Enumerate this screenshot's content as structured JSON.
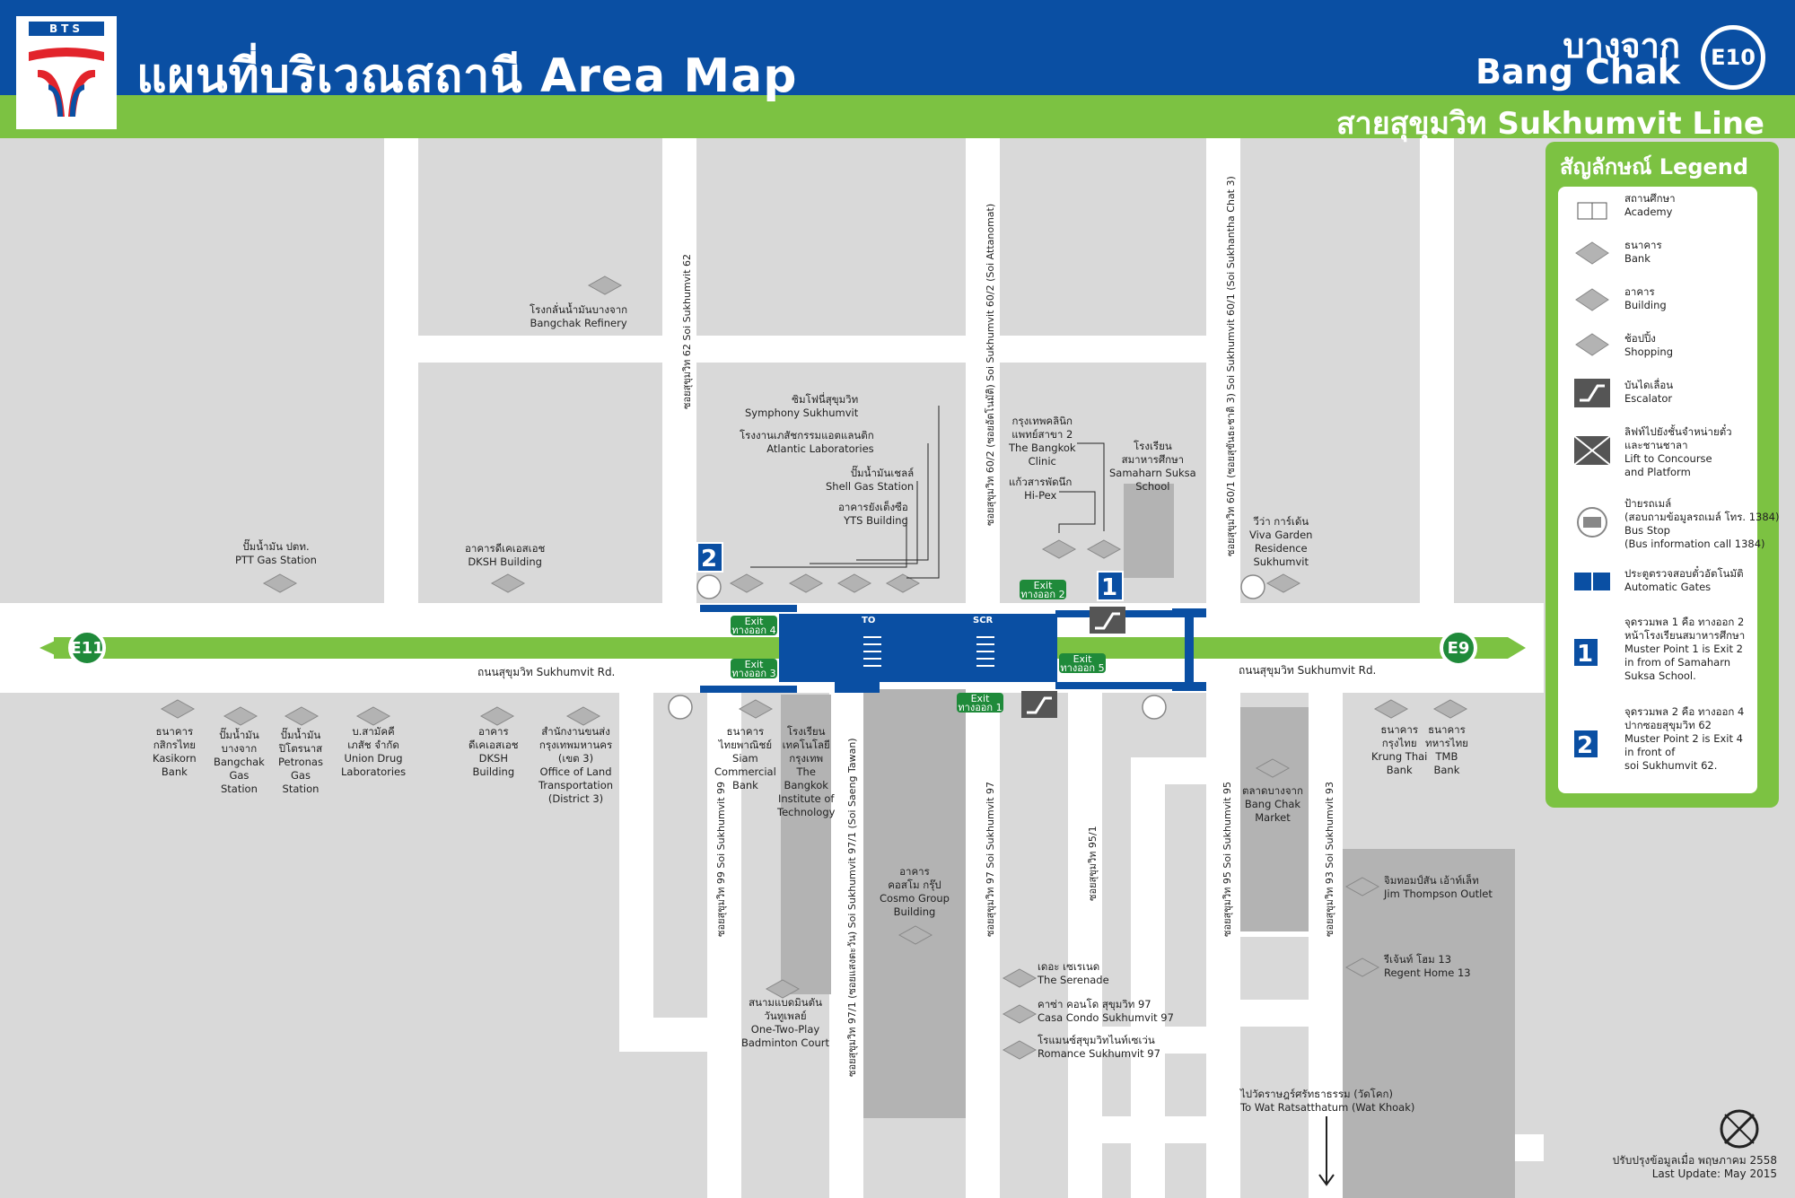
{
  "header": {
    "logo_text": "BTS",
    "title": "แผนที่บริเวณสถานี Area Map",
    "station_th": "บางจาก",
    "station_en": "Bang Chak",
    "station_code": "E10",
    "line_name": "สายสุขุมวิท Sukhumvit Line"
  },
  "stations": {
    "left": "E11",
    "right": "E9"
  },
  "roads": {
    "main_left": "ถนนสุขุมวิท Sukhumvit Rd.",
    "main_right": "ถนนสุขุมวิท Sukhumvit Rd.",
    "soi_62": "ซอยสุขุมวิท 62 Soi Sukhumvit 62",
    "soi_60_2": "ซอยสุขุมวิท 60/2 (ซอยอัตโนมัติ) Soi Sukhumvit 60/2 (Soi Attanomat)",
    "soi_60_1": "ซอยสุขุมวิท 60/1 (ซอยสุขันธะชาติ 3) Soi Sukhumvit 60/1 (Soi Sukhantha Chat 3)",
    "soi_99": "ซอยสุขุมวิท 99 Soi Sukhumvit 99",
    "soi_97_1": "ซอยสุขุมวิท 97/1 (ซอยแสงตะวัน) Soi Sukhumvit 97/1 (Soi Saeng Tawan)",
    "soi_97": "ซอยสุขุมวิท 97 Soi Sukhumvit 97",
    "soi_95_1": "ซอยสุขุมวิท 95/1",
    "soi_95": "ซอยสุขุมวิท 95 Soi Sukhumvit 95",
    "soi_93": "ซอยสุขุมวิท 93 Soi Sukhumvit 93"
  },
  "exits": [
    {
      "id": "exit-1",
      "label": "Exit ทางออก 1"
    },
    {
      "id": "exit-2",
      "label": "Exit ทางออก 2"
    },
    {
      "id": "exit-3",
      "label": "Exit ทางออก 3"
    },
    {
      "id": "exit-4",
      "label": "Exit ทางออก 4"
    },
    {
      "id": "exit-5",
      "label": "Exit ทางออก 5"
    }
  ],
  "station_marks": {
    "to": "TO",
    "scr": "SCR"
  },
  "places": {
    "refinery": "โรงกลั่นน้ำมันบางจาก\nBangchak Refinery",
    "symphony": "ซิมโฟนี่สุขุมวิท\nSymphony Sukhumvit",
    "atlantic": "โรงงานเภสัชกรรมแอตแลนติก\nAtlantic Laboratories",
    "shell": "ปั๊มน้ำมันเชลล์\nShell Gas Station",
    "yts": "อาคารยังเต็งซือ\nYTS Building",
    "ptt": "ปั๊มน้ำมัน ปตท.\nPTT Gas Station",
    "dksh_n": "อาคารดีเคเอสเอช\nDKSH Building",
    "clinic": "กรุงเทพคลินิก\nแพทย์สาขา 2\nThe Bangkok\nClinic",
    "hipex": "แก้วสารพัดนึก\nHi-Pex",
    "samaharn": "โรงเรียน\nสมาหารศึกษา\nSamaharn Suksa\nSchool",
    "viva": "วีว่า การ์เด้น\nViva Garden\nResidence\nSukhumvit",
    "kasikorn": "ธนาคาร\nกสิกรไทย\nKasikorn\nBank",
    "bangchak_gas": "ปั๊มน้ำมัน\nบางจาก\nBangchak\nGas\nStation",
    "petronas": "ปั๊มน้ำมัน\nปิโตรนาส\nPetronas\nGas\nStation",
    "union": "บ.สามัคคี\nเภสัช จำกัด\nUnion Drug\nLaboratories",
    "dksh_s": "อาคาร\nดีเคเอสเอช\nDKSH\nBuilding",
    "land": "สำนักงานขนส่ง\nกรุงเทพมหานคร\n(เขต 3)\nOffice of Land\nTransportation\n(District 3)",
    "siam_bank": "ธนาคาร\nไทยพาณิชย์\nSiam\nCommercial\nBank",
    "bkk_tech": "โรงเรียน\nเทคโนโลยี\nกรุงเทพ\nThe\nBangkok\nInstitute of\nTechnology",
    "cosmo": "อาคาร\nคอสโม กรุ๊ป\nCosmo Group\nBuilding",
    "badminton": "สนามแบดมินตัน\nวันทูเพลย์\nOne-Two-Play\nBadminton Court",
    "serenade": "เดอะ เซเรเนด\nThe Serenade",
    "casa": "คาซ่า คอนโด สุขุมวิท 97\nCasa Condo Sukhumvit 97",
    "romance": "โรแมนซ์สุขุมวิทไนท์เซเว่น\nRomance Sukhumvit 97",
    "market": "ตลาดบางจาก\nBang Chak\nMarket",
    "krungthai": "ธนาคาร\nกรุงไทย\nKrung Thai\nBank",
    "tmb": "ธนาคาร\nทหารไทย\nTMB\nBank",
    "jim": "จิมทอมป์สัน เอ้าท์เล็ท\nJim Thompson Outlet",
    "regent": "รีเจ้นท์ โฮม 13\nRegent Home 13",
    "wat": "ไปวัดราษฎร์ศรัทธาธรรม (วัดโคก)\nTo Wat Ratsatthatum (Wat Khoak)"
  },
  "legend": {
    "title": "สัญลักษณ์ Legend",
    "items": [
      {
        "icon": "academy-icon",
        "text": "สถานศึกษา\nAcademy"
      },
      {
        "icon": "bank-icon",
        "text": "ธนาคาร\nBank"
      },
      {
        "icon": "building-icon",
        "text": "อาคาร\nBuilding"
      },
      {
        "icon": "shopping-icon",
        "text": "ช้อปปิ้ง\nShopping"
      },
      {
        "icon": "escalator-icon",
        "text": "บันไดเลื่อน\nEscalator"
      },
      {
        "icon": "lift-icon",
        "text": "ลิฟท์ไปยังชั้นจำหน่ายตั๋ว\nและชานชาลา\nLift to Concourse\nand Platform"
      },
      {
        "icon": "bus-stop-icon",
        "text": "ป้ายรถเมล์\n(สอบถามข้อมูลรถเมล์ โทร. 1384)\nBus Stop\n(Bus information call 1384)"
      },
      {
        "icon": "gate-icon",
        "text": "ประตูตรวจสอบตั๋วอัตโนมัติ\nAutomatic Gates"
      },
      {
        "icon": "muster-1-icon",
        "text": "จุดรวมพล 1 คือ ทางออก 2\nหน้าโรงเรียนสมาหารศึกษา\nMuster Point 1 is Exit 2\nin from of Samaharn\nSuksa School."
      },
      {
        "icon": "muster-2-icon",
        "text": "จุดรวมพล 2 คือ ทางออก 4\nปากซอยสุขุมวิท 62\nMuster Point 2 is Exit 4\nin front of\nsoi Sukhumvit 62."
      }
    ]
  },
  "footer": {
    "th": "ปรับปรุงข้อมูลเมื่อ พฤษภาคม 2558",
    "en": "Last Update: May 2015"
  },
  "colors": {
    "blue": "#0a4fa3",
    "green": "#7cc242",
    "exit_green": "#1f8a3a",
    "block": "#b3b3b3",
    "road": "#ffffff"
  }
}
